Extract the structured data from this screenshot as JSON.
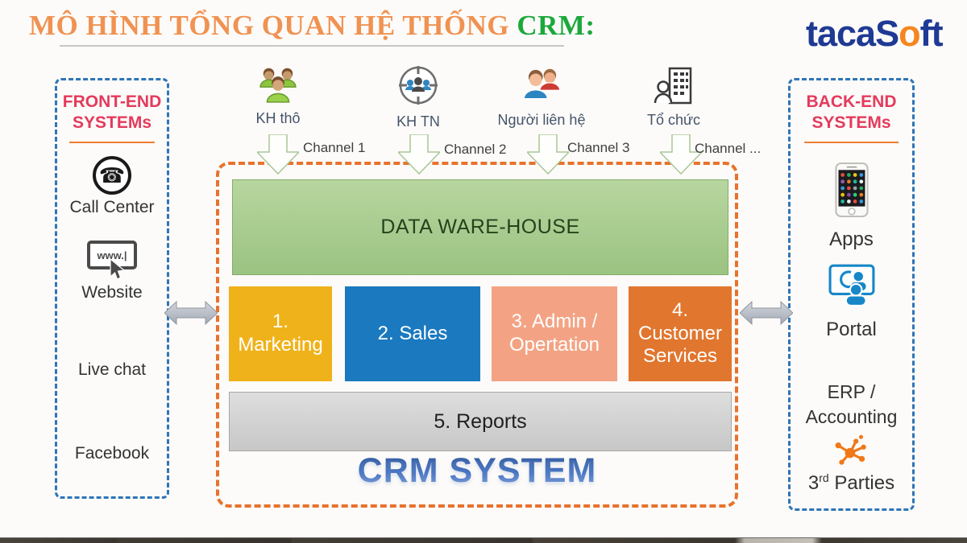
{
  "title": {
    "text": "MÔ HÌNH TỔNG QUAN HỆ THỐNG",
    "highlight": "CRM:"
  },
  "logo": {
    "prefix": "tacaS",
    "accent": "o",
    "suffix": "ft"
  },
  "front_end": {
    "heading_line1": "FRONT-END",
    "heading_line2": "SYSTEMs",
    "website_icon_text": "www.|",
    "items": [
      {
        "label": "Call Center",
        "icon": "call-center-icon"
      },
      {
        "label": "Website",
        "icon": "website-icon"
      },
      {
        "label": "Live chat",
        "icon": ""
      },
      {
        "label": "Facebook",
        "icon": ""
      }
    ]
  },
  "sources": [
    {
      "label": "KH thô",
      "icon": "customers-group-icon"
    },
    {
      "label": "KH TN",
      "icon": "target-customers-icon"
    },
    {
      "label": "Người liên hệ",
      "icon": "contacts-icon"
    },
    {
      "label": "Tổ chức",
      "icon": "organization-icon"
    }
  ],
  "channels": [
    {
      "label": "Channel 1"
    },
    {
      "label": "Channel 2"
    },
    {
      "label": "Channel 3"
    },
    {
      "label": "Channel ..."
    }
  ],
  "crm": {
    "warehouse_label": "DATA WARE-HOUSE",
    "modules": [
      {
        "label": "1. Marketing",
        "color": "#F0B21A"
      },
      {
        "label": "2. Sales",
        "color": "#1A79BF"
      },
      {
        "label": "3. Admin / Opertation",
        "color": "#F3A384"
      },
      {
        "label": "4. Customer Services",
        "color": "#E1762E"
      }
    ],
    "reports_label": "5. Reports",
    "system_label": "CRM SYSTEM"
  },
  "back_end": {
    "heading_line1": "BACK-END",
    "heading_line2": "SYSTEMs",
    "items": [
      {
        "label": "Apps",
        "icon": "apps-icon"
      },
      {
        "label": "Portal",
        "icon": "portal-icon"
      },
      {
        "label_line1": "ERP /",
        "label_line2": "Accounting",
        "icon": ""
      },
      {
        "label_num": "3",
        "label_sup": "rd",
        "label_rest": " Parties",
        "icon": "third-parties-icon"
      }
    ]
  },
  "colors": {
    "title_orange": "#F09251",
    "title_green": "#1CA83C",
    "logo_navy": "#1F3A94",
    "logo_accent": "#F5861F",
    "panel_heading_red": "#E43A5C",
    "underline_orange": "#EE7D31",
    "dashed_blue": "#2E75B6",
    "dashed_orange": "#E8722C",
    "warehouse_green": "#A8CC8E",
    "reports_gray": "#CFCFCF"
  }
}
